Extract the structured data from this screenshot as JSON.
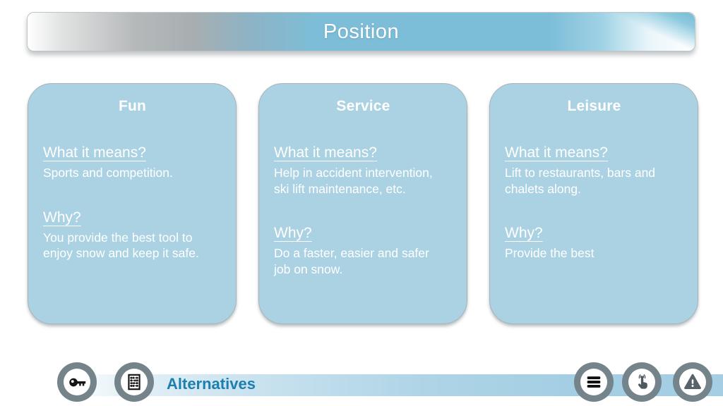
{
  "slide": {
    "title": "Position",
    "cards": [
      {
        "title": "Fun",
        "what_label": "What it means?",
        "what_text": "Sports and competition.",
        "why_label": "Why?",
        "why_text": "You provide the best tool to\nenjoy snow and keep it safe."
      },
      {
        "title": "Service",
        "what_label": "What it means?",
        "what_text": "Help in accident intervention,\nski lift maintenance, etc.",
        "why_label": "Why?",
        "why_text": "Do a faster, easier and safer\njob on snow."
      },
      {
        "title": "Leisure",
        "what_label": "What it means?",
        "what_text": "Lift to restaurants, bars and\nchalets along.",
        "why_label": "Why?",
        "why_text": "Provide the best"
      }
    ],
    "footer": {
      "label": "Alternatives",
      "left_icons": [
        "key-icon",
        "abacus-icon"
      ],
      "right_icons": [
        "menu-icon",
        "touch-icon",
        "warning-icon"
      ]
    },
    "colors": {
      "banner_blue": "#7cbdd8",
      "card_blue": "#aad2e3",
      "footer_band_blue": "#a3cee3",
      "footer_label_blue": "#1c7fae",
      "icon_ring_gray": "#75838a",
      "icon_dark": "#151515",
      "icon_gray": "#4e5a60",
      "text_white": "#ffffff"
    }
  }
}
